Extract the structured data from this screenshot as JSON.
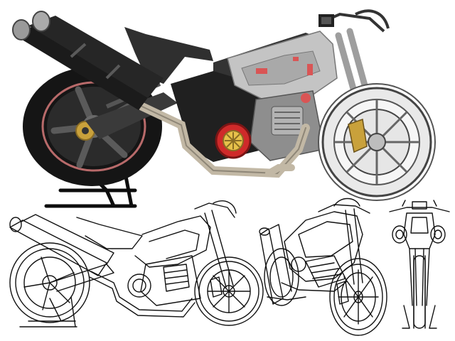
{
  "colors": {
    "background": "#ffffff",
    "tire": "#151515",
    "rim": "#3d3d3d",
    "muffler": "#1b1b1b",
    "frame_dark": "#262626",
    "fairing": "#c4c4c4",
    "fairing_dark": "#8e8e8e",
    "exhaust_pipe": "#c2b8a5",
    "brake_disc": "#e6e6e6",
    "engine_hub": "#cf2a2a",
    "accent_red": "#d95555",
    "gold": "#c9a13b",
    "line_art": "#111111"
  },
  "views": [
    {
      "name": "rendered-side-view"
    },
    {
      "name": "line-art-side-view"
    },
    {
      "name": "line-art-three-quarter-view"
    },
    {
      "name": "line-art-front-view"
    }
  ]
}
